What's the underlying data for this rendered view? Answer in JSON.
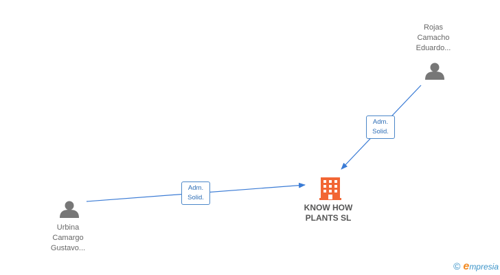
{
  "colors": {
    "edge": "#3a7bd5",
    "person_icon": "#777777",
    "company_icon": "#f26634",
    "brand_blue": "#3a93c8",
    "brand_orange": "#f28a22"
  },
  "nodes": {
    "person_top": {
      "icon": "person-icon",
      "lines": [
        "Rojas",
        "Camacho",
        "Eduardo..."
      ]
    },
    "person_left": {
      "icon": "person-icon",
      "lines": [
        "Urbina",
        "Camargo",
        "Gustavo..."
      ]
    },
    "company": {
      "icon": "building-icon",
      "lines": [
        "KNOW HOW",
        "PLANTS SL"
      ]
    }
  },
  "edges": [
    {
      "from": "person_top",
      "to": "company",
      "label_lines": [
        "Adm.",
        "Solid."
      ]
    },
    {
      "from": "person_left",
      "to": "company",
      "label_lines": [
        "Adm.",
        "Solid."
      ]
    }
  ],
  "brand": {
    "copyright": "©",
    "e": "e",
    "rest": "mpresia"
  }
}
